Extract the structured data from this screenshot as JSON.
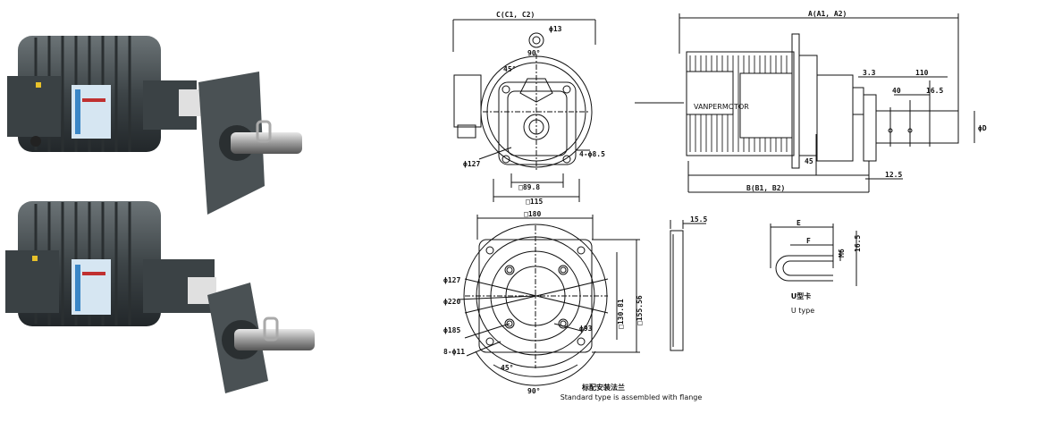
{
  "side_view": {
    "width_label": "C(C1, C2)",
    "hole_label": "ϕ13",
    "angle_45_label": "45°",
    "angle_90_label": "90°",
    "pcd_label": "ϕ127",
    "holes_label": "4-ϕ8.5",
    "inner_square_label": "□89.8",
    "outer_square_label": "□115"
  },
  "front_view": {
    "length_a_label": "A(A1, A2)",
    "length_b_label": "B(B1, B2)",
    "offset_label": "3.3",
    "shaft_len_label": "110",
    "key_len_label": "40",
    "key_pos_label": "16.5",
    "diam_label": "ϕD",
    "height_label": "45",
    "flange_thk_label": "12.5",
    "brand_text": "VANPERMOTOR"
  },
  "flange_view": {
    "square_label": "□180",
    "pcd127_label": "ϕ127",
    "outer_label": "ϕ220",
    "pcd185_label": "ϕ185",
    "holes_label": "8-ϕ11",
    "bore_label": "ϕ93",
    "span1_label": "□130.81",
    "span2_label": "□155.56",
    "angle_45_label": "45°",
    "angle_90_label": "90°",
    "title_cn": "标配安装法兰",
    "title_en": "Standard type is assembled with flange"
  },
  "flange_side": {
    "thk_label": "15.5"
  },
  "u_clip": {
    "e_label": "E",
    "f_label": "F",
    "m_label": "M6",
    "h_label": "16.5",
    "title_cn": "U型卡",
    "title_en": "U type"
  }
}
